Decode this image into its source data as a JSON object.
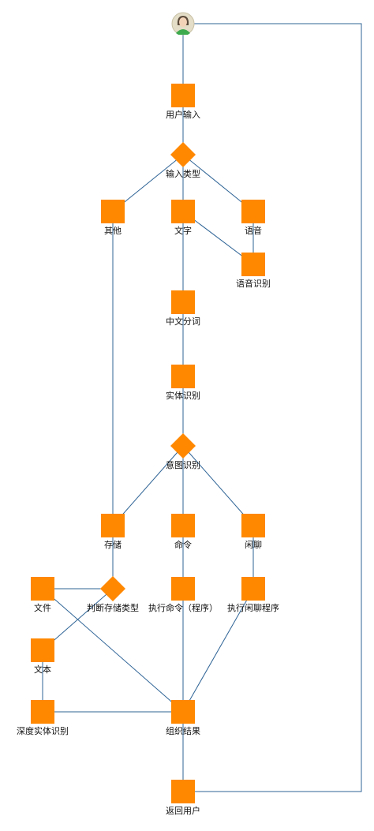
{
  "colors": {
    "node": "#FF8800",
    "edge": "#2F6496",
    "text": "#111111"
  },
  "nodes": [
    {
      "id": "user",
      "shape": "avatar",
      "label": "",
      "icon": "user-avatar-icon"
    },
    {
      "id": "user_input",
      "shape": "square",
      "label": "用户输入"
    },
    {
      "id": "input_type",
      "shape": "diamond",
      "label": "输入类型"
    },
    {
      "id": "other",
      "shape": "square",
      "label": "其他"
    },
    {
      "id": "text_in",
      "shape": "square",
      "label": "文字"
    },
    {
      "id": "voice",
      "shape": "square",
      "label": "语音"
    },
    {
      "id": "speech_recog",
      "shape": "square",
      "label": "语音识别"
    },
    {
      "id": "segmentation",
      "shape": "square",
      "label": "中文分词"
    },
    {
      "id": "entity_recog",
      "shape": "square",
      "label": "实体识别"
    },
    {
      "id": "intent",
      "shape": "diamond",
      "label": "意图识别"
    },
    {
      "id": "storage",
      "shape": "square",
      "label": "存储"
    },
    {
      "id": "command",
      "shape": "square",
      "label": "命令"
    },
    {
      "id": "chat",
      "shape": "square",
      "label": "闲聊"
    },
    {
      "id": "file",
      "shape": "square",
      "label": "文件"
    },
    {
      "id": "storage_type",
      "shape": "diamond",
      "label": "判断存储类型"
    },
    {
      "id": "exec_cmd",
      "shape": "square",
      "label": "执行命令（程序）"
    },
    {
      "id": "exec_chat",
      "shape": "square",
      "label": "执行闲聊程序"
    },
    {
      "id": "plain_text",
      "shape": "square",
      "label": "文本"
    },
    {
      "id": "deep_entity",
      "shape": "square",
      "label": "深度实体识别"
    },
    {
      "id": "organize",
      "shape": "square",
      "label": "组织结果"
    },
    {
      "id": "return_user",
      "shape": "square",
      "label": "返回用户"
    }
  ],
  "edges": [
    [
      "user",
      "user_input"
    ],
    [
      "user_input",
      "input_type"
    ],
    [
      "input_type",
      "other"
    ],
    [
      "input_type",
      "text_in"
    ],
    [
      "input_type",
      "voice"
    ],
    [
      "voice",
      "speech_recog"
    ],
    [
      "speech_recog",
      "text_in"
    ],
    [
      "text_in",
      "segmentation"
    ],
    [
      "segmentation",
      "entity_recog"
    ],
    [
      "entity_recog",
      "intent"
    ],
    [
      "intent",
      "storage"
    ],
    [
      "intent",
      "command"
    ],
    [
      "intent",
      "chat"
    ],
    [
      "other",
      "storage"
    ],
    [
      "storage",
      "storage_type"
    ],
    [
      "storage_type",
      "file"
    ],
    [
      "storage_type",
      "plain_text"
    ],
    [
      "file",
      "organize"
    ],
    [
      "plain_text",
      "deep_entity"
    ],
    [
      "deep_entity",
      "organize"
    ],
    [
      "command",
      "exec_cmd"
    ],
    [
      "exec_cmd",
      "organize"
    ],
    [
      "chat",
      "exec_chat"
    ],
    [
      "exec_chat",
      "organize"
    ],
    [
      "organize",
      "return_user"
    ],
    [
      "return_user",
      "user"
    ]
  ]
}
